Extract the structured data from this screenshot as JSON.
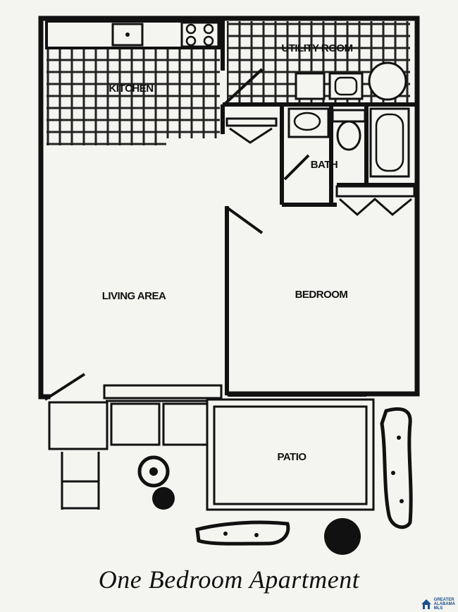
{
  "rooms": {
    "utility": "UTILITY ROOM",
    "kitchen": "KITCHEN",
    "bath": "BATH",
    "living": "LIVING AREA",
    "bedroom": "BEDROOM",
    "patio": "PATIO"
  },
  "caption": "One Bedroom Apartment",
  "watermark": {
    "text": "GREATER\nALABAMA\nMLS",
    "icon": "house-logo-icon",
    "color": "#1c4f8a"
  },
  "colors": {
    "background": "#f4f4f1",
    "ink": "#111111"
  }
}
